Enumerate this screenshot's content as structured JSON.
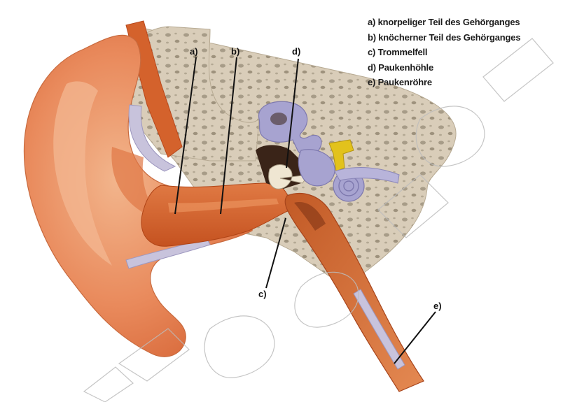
{
  "legend": [
    "a) knorpeliger Teil des Gehörganges",
    "b) knöcherner Teil des Gehörganges",
    "c) Trommelfell",
    "d) Paukenhöhle",
    "e) Paukenröhre"
  ],
  "callouts": {
    "a": "a)",
    "b": "b)",
    "c": "c)",
    "d": "d)",
    "e": "e)"
  },
  "colors": {
    "auricle": "#e9875a",
    "auricle_light": "#f6c49e",
    "canal": "#d9662c",
    "bone": "#d8ccb8",
    "bone_pore": "#a59a86",
    "inner_ear": "#a7a3d0",
    "ossicle_yellow": "#e2c21c",
    "watermark": "#bcbcbc"
  },
  "icons": {
    "anatomy": "ear-cross-section-illustration",
    "watermark": "diagonal-outline-watermark"
  }
}
